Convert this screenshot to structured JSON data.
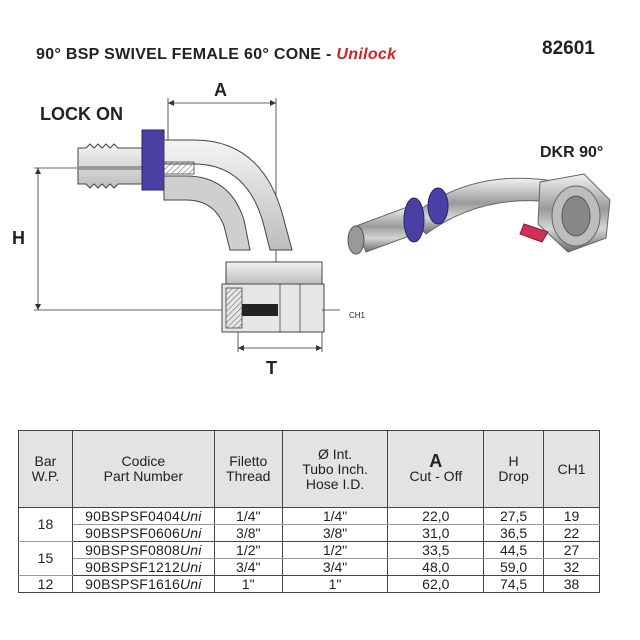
{
  "header": {
    "title_main": "90° BSP SWIVEL FEMALE 60° CONE - ",
    "title_brand": "Unilock",
    "code": "82601"
  },
  "drawing": {
    "lock_label": "LOCK ON",
    "dim_a": "A",
    "dim_h": "H",
    "dim_t": "T",
    "dim_ch1": "CH1"
  },
  "photo": {
    "label": "DKR 90°"
  },
  "colors": {
    "title_text": "#222222",
    "brand_red": "#d0202a",
    "lock_blue": "#4a3fa3",
    "seal_red": "#d0305a",
    "header_bg": "#e3e3e3"
  },
  "table": {
    "headers": {
      "bar_wp": [
        "Bar",
        "W.P."
      ],
      "part": [
        "Codice",
        "Part Number"
      ],
      "thread": [
        "Filetto",
        "Thread"
      ],
      "hose": [
        "Ø Int.",
        "Tubo Inch.",
        "Hose I.D."
      ],
      "cutoff": [
        "A",
        "Cut - Off"
      ],
      "drop": [
        "H",
        "Drop"
      ],
      "ch1": "CH1"
    },
    "rows": [
      {
        "bar": "18",
        "part_base": "90BSPSF0404",
        "part_suffix": "Uni",
        "thread": "1/4\"",
        "hose": "1/4\"",
        "cutoff": "22,0",
        "drop": "27,5",
        "ch1": "19"
      },
      {
        "bar": "",
        "part_base": "90BSPSF0606",
        "part_suffix": "Uni",
        "thread": "3/8\"",
        "hose": "3/8\"",
        "cutoff": "31,0",
        "drop": "36,5",
        "ch1": "22"
      },
      {
        "bar": "15",
        "part_base": "90BSPSF0808",
        "part_suffix": "Uni",
        "thread": "1/2\"",
        "hose": "1/2\"",
        "cutoff": "33,5",
        "drop": "44,5",
        "ch1": "27"
      },
      {
        "bar": "",
        "part_base": "90BSPSF1212",
        "part_suffix": "Uni",
        "thread": "3/4\"",
        "hose": "3/4\"",
        "cutoff": "48,0",
        "drop": "59,0",
        "ch1": "32"
      },
      {
        "bar": "12",
        "part_base": "90BSPSF1616",
        "part_suffix": "Uni",
        "thread": "1\"",
        "hose": "1\"",
        "cutoff": "62,0",
        "drop": "74,5",
        "ch1": "38"
      }
    ]
  }
}
